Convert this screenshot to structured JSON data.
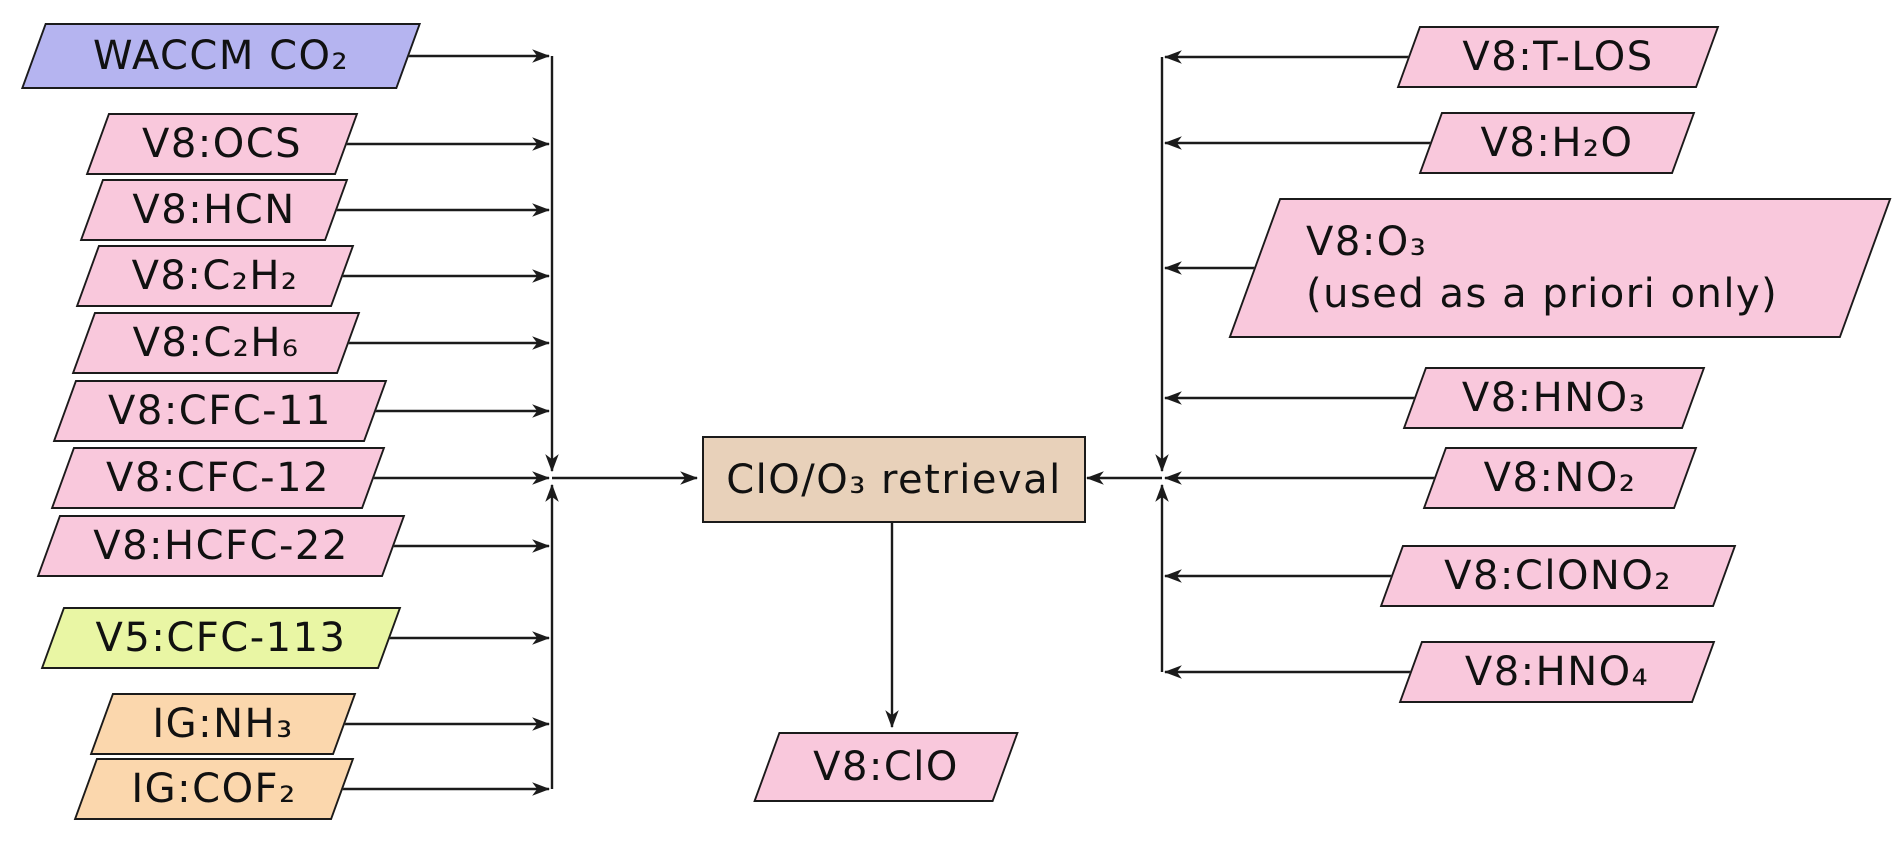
{
  "nodes": {
    "process": {
      "label": "ClO/O₃ retrieval",
      "fill": "#e8d1ba"
    },
    "output": {
      "label": "V8:ClO",
      "fill": "#f9c8dc"
    },
    "left_inputs": [
      {
        "label": "WACCM CO₂",
        "fill": "#b5b4f0"
      },
      {
        "label": "V8:OCS",
        "fill": "#f9c8dc"
      },
      {
        "label": "V8:HCN",
        "fill": "#f9c8dc"
      },
      {
        "label": "V8:C₂H₂",
        "fill": "#f9c8dc"
      },
      {
        "label": "V8:C₂H₆",
        "fill": "#f9c8dc"
      },
      {
        "label": "V8:CFC-11",
        "fill": "#f9c8dc"
      },
      {
        "label": "V8:CFC-12",
        "fill": "#f9c8dc"
      },
      {
        "label": "V8:HCFC-22",
        "fill": "#f9c8dc"
      },
      {
        "label": "V5:CFC-113",
        "fill": "#e9f6a4"
      },
      {
        "label": "IG:NH₃",
        "fill": "#fbd7ad"
      },
      {
        "label": "IG:COF₂",
        "fill": "#fbd7ad"
      }
    ],
    "right_inputs": [
      {
        "label": "V8:T-LOS",
        "fill": "#f9c8dc"
      },
      {
        "label": "V8:H₂O",
        "fill": "#f9c8dc"
      },
      {
        "label": "V8:O₃",
        "note": "(used as a priori only)",
        "fill": "#f9c8dc"
      },
      {
        "label": "V8:HNO₃",
        "fill": "#f9c8dc"
      },
      {
        "label": "V8:NO₂",
        "fill": "#f9c8dc"
      },
      {
        "label": "V8:ClONO₂",
        "fill": "#f9c8dc"
      },
      {
        "label": "V8:HNO₄",
        "fill": "#f9c8dc"
      }
    ]
  },
  "colors": {
    "line": "#1b1b1b",
    "text": "#111111",
    "background": "#ffffff"
  }
}
